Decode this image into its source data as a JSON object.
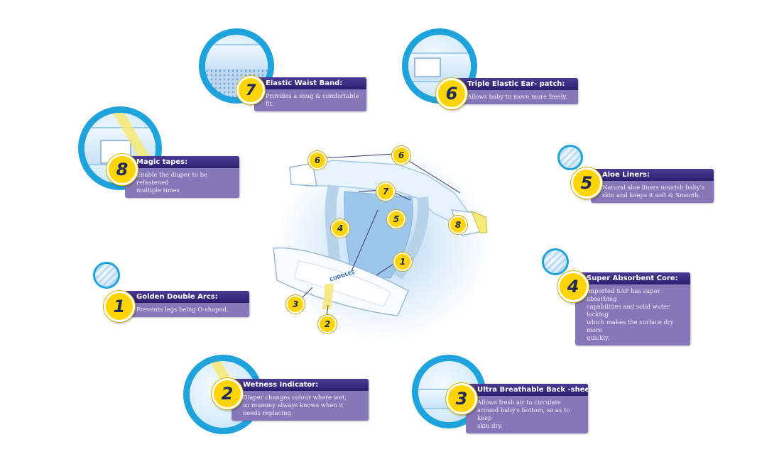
{
  "features": [
    {
      "num": "7",
      "title": "Elastic Waist Band:",
      "desc": "Provides a snug & comfortable fit."
    },
    {
      "num": "6",
      "title": "Triple Elastic Ear- patch:",
      "desc": "Allows baby to move more freely."
    },
    {
      "num": "8",
      "title": "Magic tapes:",
      "desc": "Enable the diaper to be refastened\nmultiple times"
    },
    {
      "num": "5",
      "title": "Aloe Liners:",
      "desc": "Natural aloe liners nourish baby's\nskin and keeps it soft & Smooth."
    },
    {
      "num": "1",
      "title": "Golden Double Arcs:",
      "desc": "Prevents legs being O-shaped."
    },
    {
      "num": "4",
      "title": "Super Absorbent Core:",
      "desc": "Imported SAP has super absorbing\ncapabilities and solid water locking\nwhich makes the surface dry more\nquickly."
    },
    {
      "num": "2",
      "title": "Wetness Indicator:",
      "desc": "Diaper changes colour where wet,\nso mummy always knows when it\nneeds replacing."
    },
    {
      "num": "3",
      "title": "Ultra Breathable Back -sheet:",
      "desc": "Allows fresh air to circulate\naround baby's bottom, so as to keep\nskin dry."
    }
  ],
  "diagram_badges": [
    "6",
    "6",
    "7",
    "5",
    "4",
    "8",
    "1",
    "3",
    "2"
  ],
  "brand_text": "CUDDLES",
  "colors": {
    "ring": "#1ea3dc",
    "badge": "#ffd400",
    "label_bg": "#8577b8",
    "label_title_bg": "#2c1f70"
  }
}
